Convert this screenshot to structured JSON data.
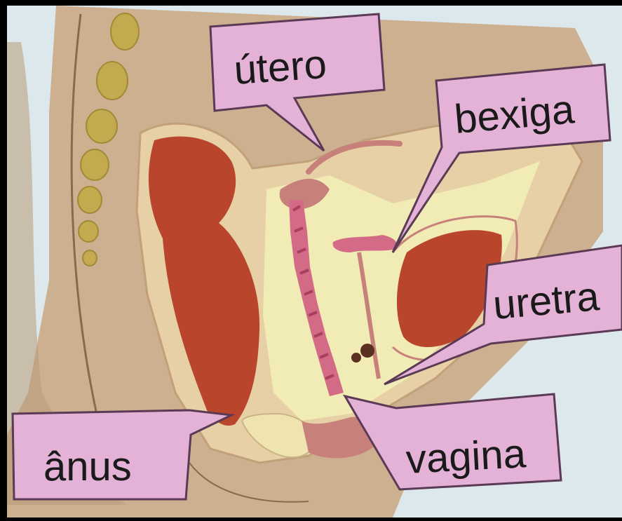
{
  "labels": {
    "utero": "útero",
    "bexiga": "bexiga",
    "uretra": "uretra",
    "anus": "ânus",
    "vagina": "vagina"
  },
  "colors": {
    "frame": "#000000",
    "background": "#dde8ec",
    "skin": "#cdb090",
    "skin_dark": "#b89a78",
    "organ_red": "#b9462c",
    "cream": "#f1ebb5",
    "pink_tissue": "#c8807a",
    "label_fill": "#e3b2d6",
    "label_stroke": "#5a3a55",
    "spine": "#c4aa4e"
  }
}
